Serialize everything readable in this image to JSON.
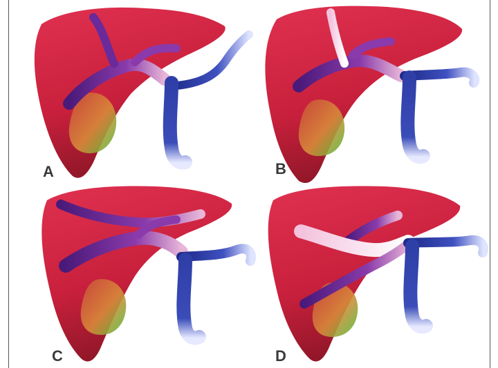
{
  "panels": [
    {
      "label": "A"
    },
    {
      "label": "B"
    },
    {
      "label": "C"
    },
    {
      "label": "D"
    }
  ],
  "colors": {
    "liver": "#d42a45",
    "liver_dark": "#8e1627",
    "gallbladder_orange": "#d98a3a",
    "gallbladder_green": "#4fbf3a",
    "vessel_purple": "#6a2a9a",
    "vessel_blue": "#2f3fa8",
    "vessel_light": "#f2c7de"
  }
}
